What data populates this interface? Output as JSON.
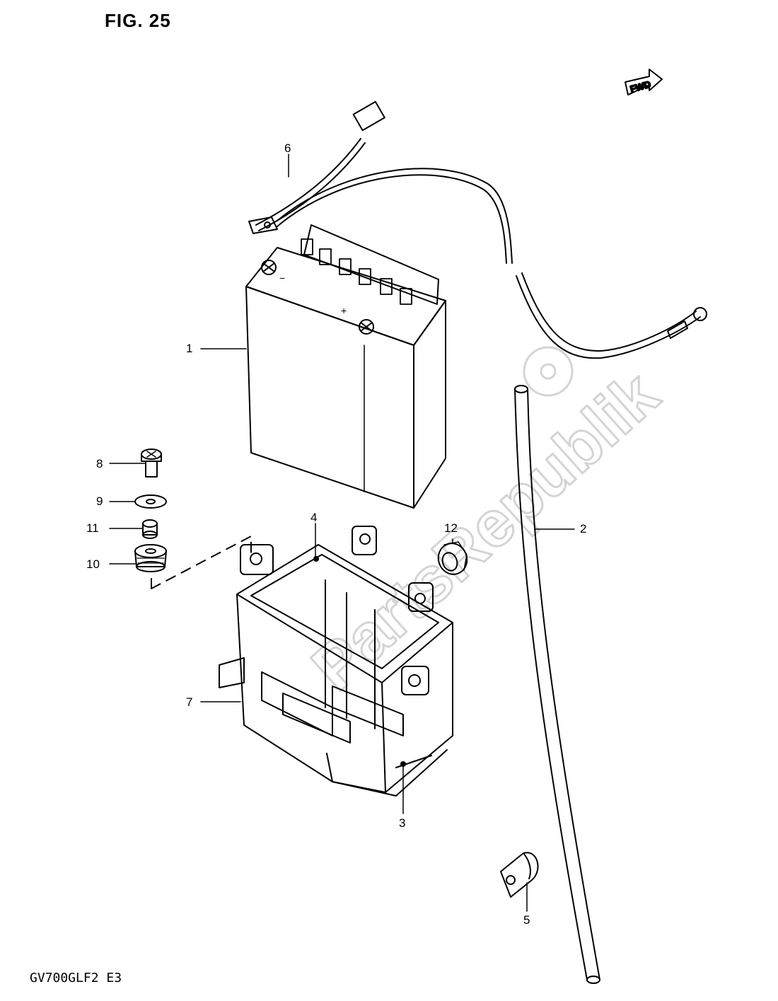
{
  "figure": {
    "title": "FIG. 25",
    "model_code": "GV700GLF2 E3",
    "fwd_label": "FWD",
    "watermark": "PartsRepublik"
  },
  "callouts": [
    "1",
    "2",
    "3",
    "4",
    "5",
    "6",
    "7",
    "8",
    "9",
    "10",
    "11",
    "12"
  ]
}
